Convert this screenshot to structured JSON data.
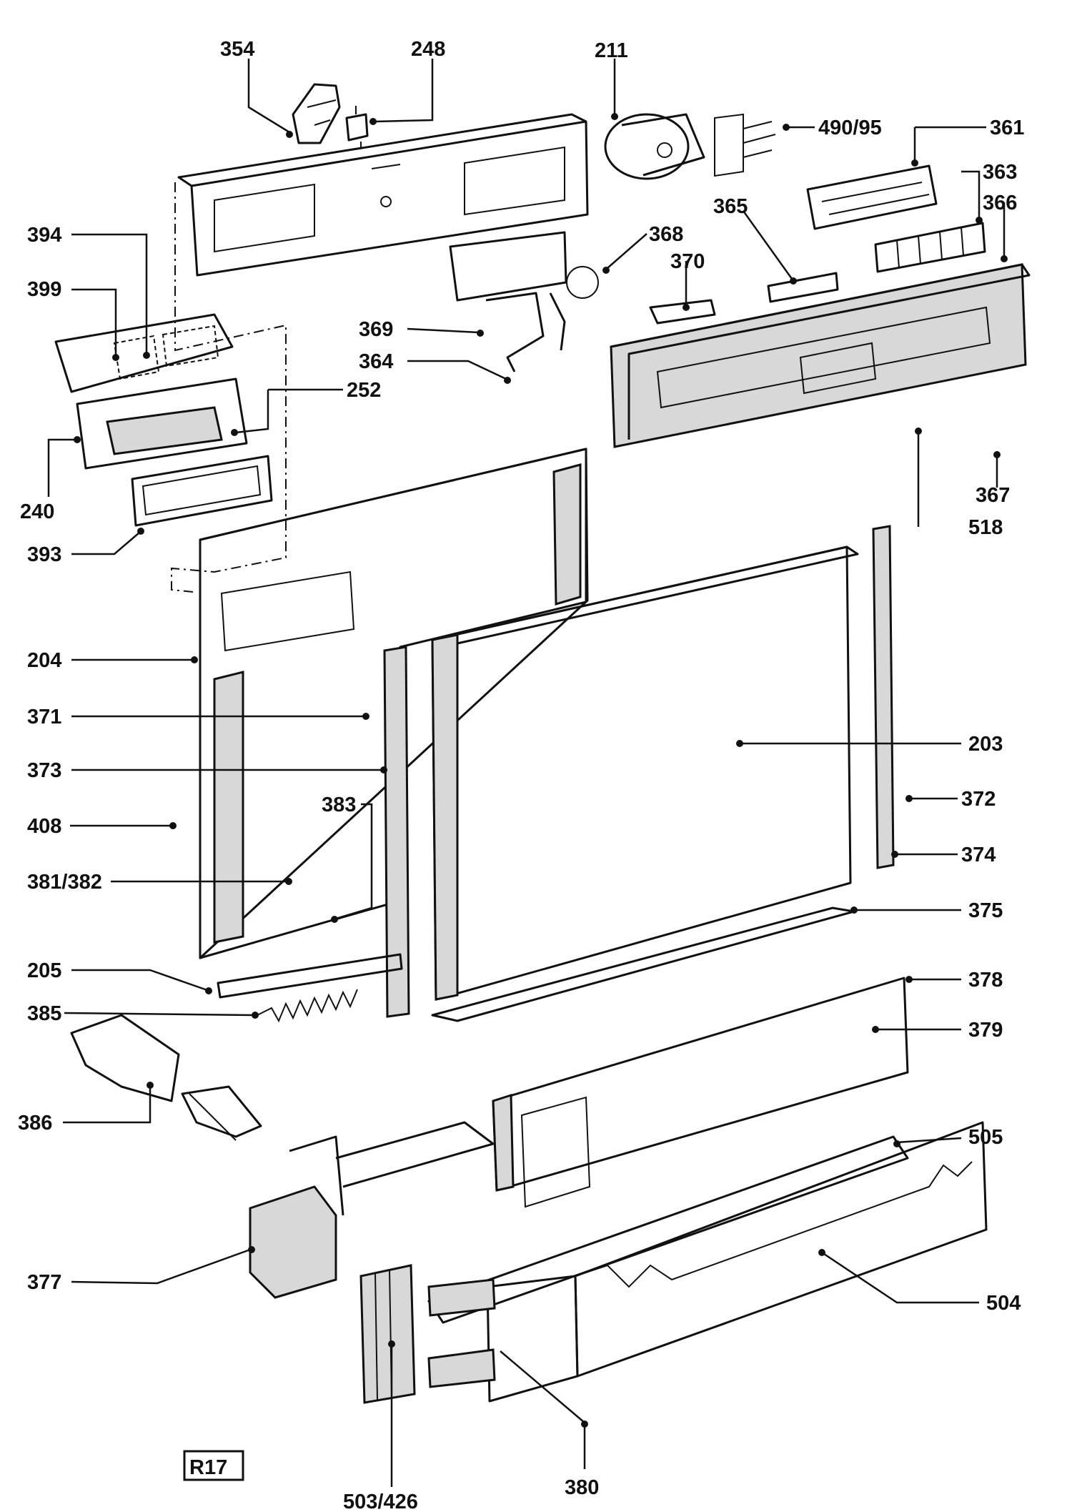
{
  "labels": [
    {
      "id": "354",
      "text": "354"
    },
    {
      "id": "248",
      "text": "248"
    },
    {
      "id": "211",
      "text": "211"
    },
    {
      "id": "490-95",
      "text": "490/95"
    },
    {
      "id": "361",
      "text": "361"
    },
    {
      "id": "363",
      "text": "363"
    },
    {
      "id": "366",
      "text": "366"
    },
    {
      "id": "365",
      "text": "365"
    },
    {
      "id": "368",
      "text": "368"
    },
    {
      "id": "370",
      "text": "370"
    },
    {
      "id": "394",
      "text": "394"
    },
    {
      "id": "399",
      "text": "399"
    },
    {
      "id": "369",
      "text": "369"
    },
    {
      "id": "364",
      "text": "364"
    },
    {
      "id": "252",
      "text": "252"
    },
    {
      "id": "240",
      "text": "240"
    },
    {
      "id": "367",
      "text": "367"
    },
    {
      "id": "518",
      "text": "518"
    },
    {
      "id": "393",
      "text": "393"
    },
    {
      "id": "204",
      "text": "204"
    },
    {
      "id": "371",
      "text": "371"
    },
    {
      "id": "203",
      "text": "203"
    },
    {
      "id": "373",
      "text": "373"
    },
    {
      "id": "372",
      "text": "372"
    },
    {
      "id": "383",
      "text": "383"
    },
    {
      "id": "408",
      "text": "408"
    },
    {
      "id": "374",
      "text": "374"
    },
    {
      "id": "381-382",
      "text": "381/382"
    },
    {
      "id": "375",
      "text": "375"
    },
    {
      "id": "205",
      "text": "205"
    },
    {
      "id": "378",
      "text": "378"
    },
    {
      "id": "385",
      "text": "385"
    },
    {
      "id": "379",
      "text": "379"
    },
    {
      "id": "386",
      "text": "386"
    },
    {
      "id": "505",
      "text": "505"
    },
    {
      "id": "377",
      "text": "377"
    },
    {
      "id": "504",
      "text": "504"
    },
    {
      "id": "380",
      "text": "380"
    },
    {
      "id": "503-426",
      "text": "503/426"
    }
  ],
  "sheet_code": "R17"
}
